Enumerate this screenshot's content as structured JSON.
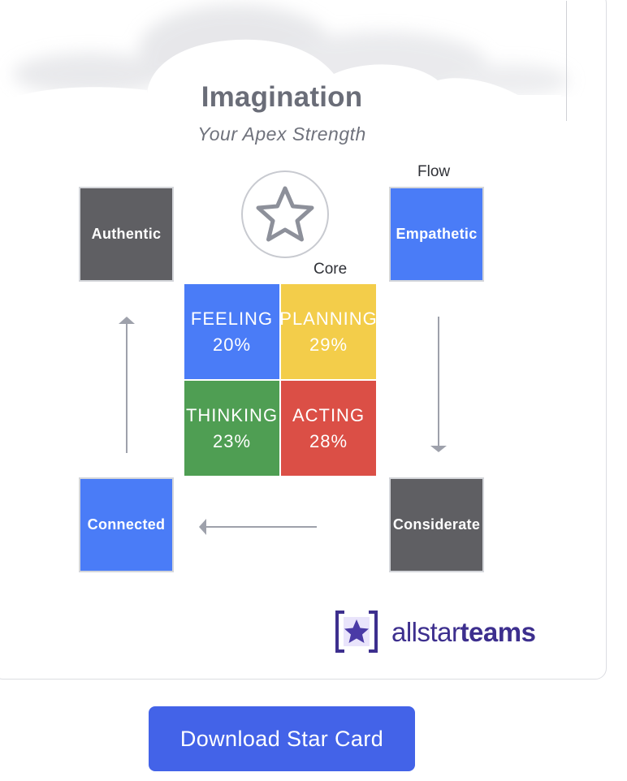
{
  "card": {
    "title": "Imagination",
    "subtitle": "Your Apex Strength",
    "flow_label": "Flow",
    "core_label": "Core",
    "apex_icon": "star-icon"
  },
  "flow_attributes": [
    {
      "label": "Authentic",
      "color": "#5f5f63"
    },
    {
      "label": "Empathetic",
      "color": "#4a7cf7"
    },
    {
      "label": "Considerate",
      "color": "#5f5f63"
    },
    {
      "label": "Connected",
      "color": "#4a7cf7"
    }
  ],
  "core_quadrants": [
    {
      "name": "FEELING",
      "percent": "20%",
      "color": "#4a7cf7"
    },
    {
      "name": "PLANNING",
      "percent": "29%",
      "color": "#f3cd4a"
    },
    {
      "name": "THINKING",
      "percent": "23%",
      "color": "#4f9e53"
    },
    {
      "name": "ACTING",
      "percent": "28%",
      "color": "#db4f46"
    }
  ],
  "brand": {
    "logo_icon": "star-card-logo-icon",
    "name_light": "allstar",
    "name_bold": "teams",
    "color": "#3d2f8e"
  },
  "actions": {
    "download_label": "Download Star Card",
    "accent": "#4363e8"
  }
}
